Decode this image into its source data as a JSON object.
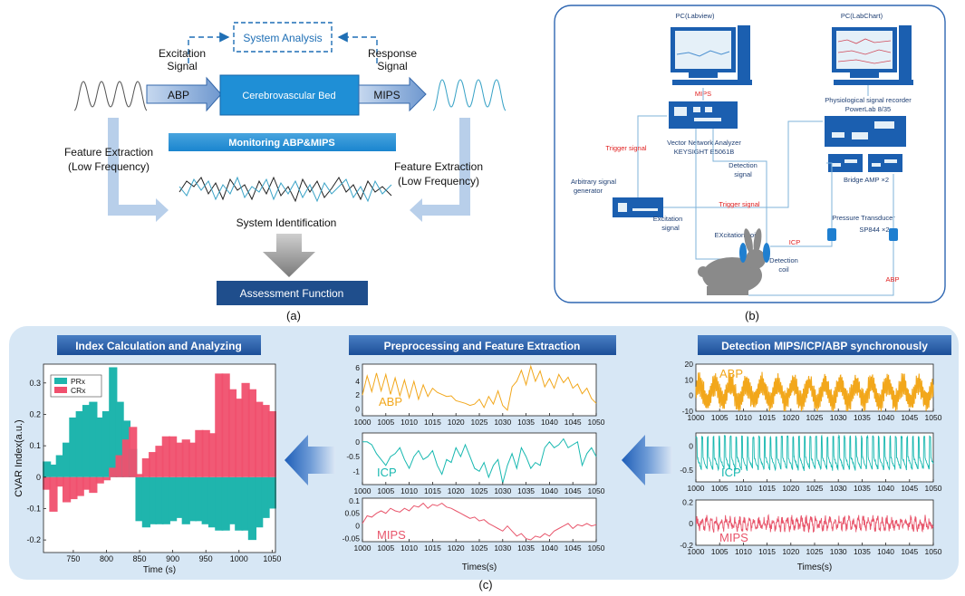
{
  "panel_a": {
    "caption": "(a)",
    "system_analysis": "System Analysis",
    "excitation_signal": [
      "Excitation",
      "Signal"
    ],
    "response_signal": [
      "Response",
      "Signal"
    ],
    "abp": "ABP",
    "cerebrovascular_bed": "Cerebrovascular Bed",
    "mips": "MIPS",
    "monitoring": "Monitoring ABP&MIPS",
    "feature_extraction_left": [
      "Feature Extraction",
      "(Low Frequency)"
    ],
    "feature_extraction_right": [
      "Feature Extraction",
      "(Low Frequency)"
    ],
    "system_identification": "System Identification",
    "assessment_function": "Assessment Function"
  },
  "panel_b": {
    "caption": "(b)",
    "pc_labview": "PC(Labview)",
    "pc_labchart": "PC(LabChart)",
    "mips": "MIPS",
    "recorder": [
      "Physiological signal recorder",
      "PowerLab 8/35"
    ],
    "trigger_signal_1": "Trigger signal",
    "vna": [
      "Vector Network Analyzer",
      "KEYSIGHT E5061B"
    ],
    "detection_signal": [
      "Detection",
      "signal"
    ],
    "arbitrary_generator": [
      "Arbitrary signal",
      "generator"
    ],
    "trigger_signal_2": "Trigger signal",
    "bridge_amp": "Bridge AMP ×2",
    "excitation_signal": [
      "Excitation",
      "signal"
    ],
    "excitation_coil": "EXcitation coil",
    "pressure_transducer": [
      "Pressure Transducer",
      "SP844 ×2"
    ],
    "icp": "ICP",
    "detection_coil": [
      "Detection",
      "coil"
    ],
    "abp": "ABP"
  },
  "panel_c": {
    "caption": "(c)",
    "header_index": "Index Calculation and Analyzing",
    "header_preprocess": "Preprocessing and Feature Extraction",
    "header_detection": "Detection MIPS/ICP/ABP synchronously",
    "colors": {
      "prx": "#1fb5ad",
      "crx": "#f0506e",
      "abp": "#f2a71b",
      "icp": "#17b8b0",
      "mips": "#e8556b"
    }
  },
  "chart_data": [
    {
      "type": "bar",
      "xlabel": "Time (s)",
      "ylabel": "CVAR Index(a.u.)",
      "xlim": [
        705,
        1055
      ],
      "ylim": [
        -0.24,
        0.36
      ],
      "xticks": [
        750,
        800,
        850,
        900,
        950,
        1000,
        1050
      ],
      "yticks": [
        -0.2,
        -0.1,
        0,
        0.1,
        0.2,
        0.3
      ],
      "ytick_labels": [
        "-0.2",
        "-0.1",
        "0",
        "0.1",
        "0.2",
        "0.3"
      ],
      "legend": [
        "PRx",
        "CRx"
      ],
      "x": [
        710,
        720,
        730,
        740,
        750,
        760,
        770,
        780,
        790,
        800,
        810,
        820,
        830,
        840,
        850,
        860,
        870,
        880,
        890,
        900,
        910,
        920,
        930,
        940,
        950,
        960,
        970,
        980,
        990,
        1000,
        1010,
        1020,
        1030,
        1040,
        1050
      ],
      "series": [
        {
          "name": "PRx",
          "values": [
            0.05,
            0.04,
            0.07,
            0.11,
            0.19,
            0.21,
            0.23,
            0.24,
            0.19,
            0.21,
            0.35,
            0.24,
            0.18,
            0.09,
            -0.14,
            -0.16,
            -0.15,
            -0.15,
            -0.15,
            -0.14,
            -0.13,
            -0.15,
            -0.14,
            -0.14,
            -0.15,
            -0.16,
            -0.17,
            -0.17,
            -0.15,
            -0.17,
            -0.17,
            -0.2,
            -0.16,
            -0.13,
            -0.1
          ]
        },
        {
          "name": "CRx",
          "values": [
            -0.04,
            -0.11,
            -0.03,
            -0.08,
            -0.07,
            -0.06,
            -0.04,
            -0.05,
            -0.02,
            -0.01,
            0.03,
            0.07,
            0.12,
            0.16,
            0.01,
            0.06,
            0.08,
            0.1,
            0.13,
            0.13,
            0.11,
            0.12,
            0.11,
            0.15,
            0.15,
            0.14,
            0.33,
            0.33,
            0.28,
            0.25,
            0.3,
            0.28,
            0.24,
            0.23,
            0.21
          ]
        }
      ]
    },
    {
      "type": "line",
      "x_range": [
        1000,
        1050
      ],
      "xlabel": "Times(s)",
      "xticks": [
        1000,
        1005,
        1010,
        1015,
        1020,
        1025,
        1030,
        1035,
        1040,
        1045,
        1050
      ],
      "charts": [
        {
          "name": "ABP",
          "ylim": [
            -1,
            6.5
          ],
          "yticks": [
            0,
            2,
            4,
            6
          ],
          "ytick_labels": [
            "0",
            "2",
            "4",
            "6"
          ],
          "values": [
            2,
            4.8,
            2.5,
            5.2,
            2.6,
            5.0,
            2.1,
            4.5,
            1.9,
            4.2,
            1.6,
            4.0,
            1.4,
            3.5,
            1.8,
            3.0,
            2.4,
            2.1,
            1.8,
            1.9,
            1.2,
            1.0,
            0.8,
            0.5,
            0.7,
            1.4,
            0.2,
            1.8,
            0.7,
            2.6,
            0.5,
            -0.2,
            3.2,
            4.0,
            5.6,
            3.5,
            6.2,
            4.0,
            5.5,
            3.2,
            4.4,
            3.0,
            5.0,
            3.8,
            4.6,
            3.0,
            3.6,
            2.2,
            3.0,
            1.5,
            0.8
          ]
        },
        {
          "name": "ICP",
          "ylim": [
            -1.45,
            0.3
          ],
          "yticks": [
            0,
            -0.5,
            -1
          ],
          "ytick_labels": [
            "0",
            "-0.5",
            "-1"
          ],
          "values": [
            0,
            0,
            -0.1,
            -0.4,
            -0.6,
            -0.8,
            -0.5,
            -0.4,
            -0.2,
            -0.6,
            -0.9,
            -0.5,
            -0.3,
            -0.6,
            -0.5,
            -0.3,
            -0.8,
            -1.1,
            -0.6,
            -0.7,
            -0.2,
            -0.5,
            -0.1,
            -0.5,
            -0.9,
            -1.0,
            -0.7,
            -1.2,
            -0.8,
            -0.6,
            -1.4,
            -0.8,
            -0.4,
            -0.9,
            -0.2,
            -0.5,
            -0.9,
            -0.7,
            -0.8,
            -0.2,
            0.0,
            -0.2,
            -0.1,
            0.1,
            -0.2,
            -0.1,
            0.0,
            -0.8,
            -0.4,
            -0.2,
            -0.5
          ]
        },
        {
          "name": "MIPS",
          "ylim": [
            -0.062,
            0.11
          ],
          "yticks": [
            0.1,
            0.05,
            0,
            -0.05
          ],
          "ytick_labels": [
            "0.1",
            "0.05",
            "0",
            "-0.05"
          ],
          "values": [
            0.01,
            0.04,
            0.035,
            0.05,
            0.06,
            0.05,
            0.07,
            0.06,
            0.055,
            0.07,
            0.06,
            0.08,
            0.075,
            0.09,
            0.07,
            0.085,
            0.08,
            0.09,
            0.075,
            0.07,
            0.06,
            0.05,
            0.04,
            0.03,
            0.035,
            0.02,
            0.025,
            0.01,
            0.0,
            -0.01,
            -0.02,
            0.0,
            -0.02,
            -0.04,
            -0.03,
            -0.05,
            -0.055,
            -0.04,
            -0.045,
            -0.03,
            -0.04,
            -0.02,
            -0.01,
            0.0,
            0.01,
            -0.01,
            0.005,
            0.0,
            0.01,
            0.0,
            0.005
          ]
        }
      ]
    },
    {
      "type": "line",
      "x_range": [
        1000,
        1050
      ],
      "xlabel": "Times(s)",
      "xticks": [
        1000,
        1005,
        1010,
        1015,
        1020,
        1025,
        1030,
        1035,
        1040,
        1045,
        1050
      ],
      "charts": [
        {
          "name": "ABP",
          "ylim": [
            -10,
            20
          ],
          "yticks": [
            20,
            10,
            0,
            -10
          ],
          "ytick_labels": [
            "20",
            "10",
            "0",
            "-10"
          ],
          "center": 2,
          "amp": 11,
          "period": 3.3
        },
        {
          "name": "ICP",
          "ylim": [
            -0.75,
            0.28
          ],
          "yticks": [
            0.5,
            0,
            -0.5
          ],
          "ytick_labels": [
            "0.5",
            "0",
            "-0.5"
          ],
          "center": -0.15,
          "amp": 0.35,
          "period": 1.2
        },
        {
          "name": "MIPS",
          "ylim": [
            -0.2,
            0.22
          ],
          "yticks": [
            0.2,
            0,
            -0.2
          ],
          "ytick_labels": [
            "0.2",
            "0",
            "-0.2"
          ],
          "center": 0.0,
          "amp": 0.07,
          "period": 1.0
        }
      ]
    }
  ]
}
